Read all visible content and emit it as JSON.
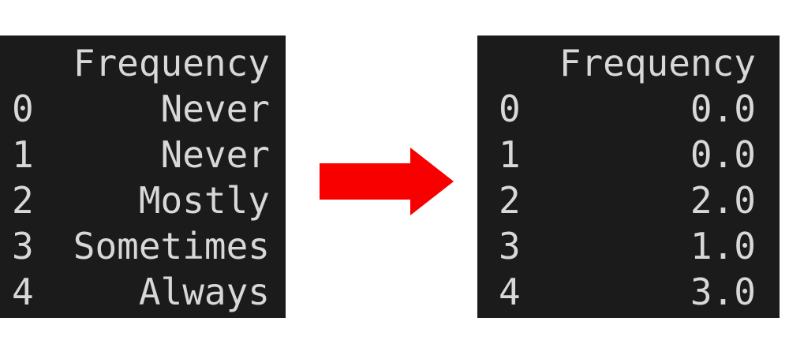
{
  "left_table": {
    "header": "Frequency",
    "rows": [
      {
        "index": "0",
        "value": "Never"
      },
      {
        "index": "1",
        "value": "Never"
      },
      {
        "index": "2",
        "value": "Mostly"
      },
      {
        "index": "3",
        "value": "Sometimes"
      },
      {
        "index": "4",
        "value": "Always"
      }
    ]
  },
  "right_table": {
    "header": "Frequency",
    "rows": [
      {
        "index": "0",
        "value": "0.0"
      },
      {
        "index": "1",
        "value": "0.0"
      },
      {
        "index": "2",
        "value": "2.0"
      },
      {
        "index": "3",
        "value": "1.0"
      },
      {
        "index": "4",
        "value": "3.0"
      }
    ]
  },
  "arrow": {
    "direction": "right",
    "color": "#f80000"
  },
  "colors": {
    "page_bg": "#ffffff",
    "panel_bg": "#1b1b1b",
    "text": "#d8d8d8"
  }
}
